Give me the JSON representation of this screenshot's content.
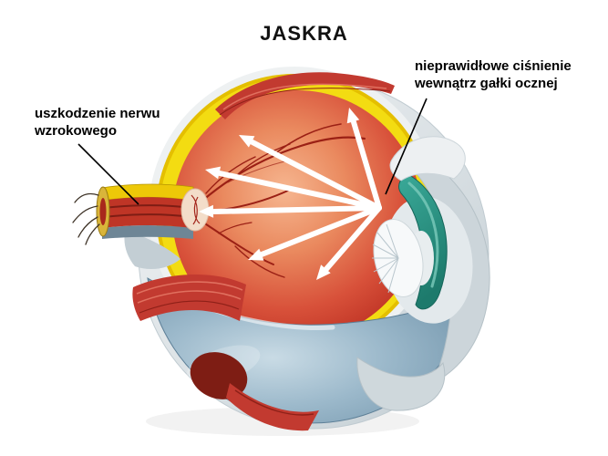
{
  "diagram": {
    "title": "JASKRA",
    "labels": {
      "optic_nerve_damage": "uszkodzenie nerwu wzrokowego",
      "intraocular_pressure": "nieprawidłowe ciśnienie wewnątrz gałki ocznej"
    },
    "colors": {
      "interior_red": "#c23222",
      "retina_yellow": "#f2d600",
      "sclera_gray": "#dde3e6",
      "cup_blue": "#88a7bb",
      "ciliary_teal": "#2f9a8c",
      "muscle_red": "#c23a30",
      "arrow_white": "#ffffff",
      "text_black": "#111111"
    }
  }
}
